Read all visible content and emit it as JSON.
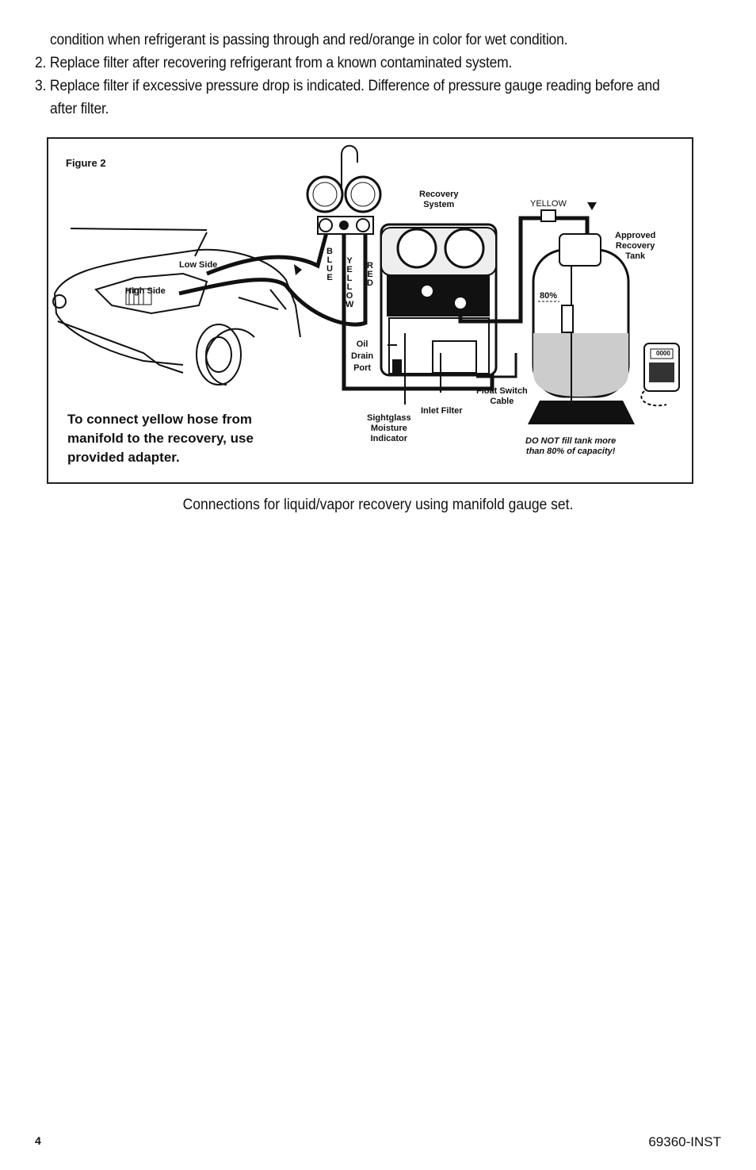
{
  "body": {
    "line1": "condition when refrigerant is passing through and red/orange in color for wet condition.",
    "item2": "2. Replace filter after recovering refrigerant from a known contaminated system.",
    "item3a": "3. Replace filter if excessive pressure drop is indicated. Difference of pressure gauge reading before and",
    "item3b": "after filter."
  },
  "figure": {
    "title": "Figure 2",
    "labels": {
      "low_side": "Low Side",
      "high_side": "High Side",
      "blue": "BLUE",
      "yellow": "YELLOW",
      "red": "RED",
      "recovery_system_1": "Recovery",
      "recovery_system_2": "System",
      "yellow_top": "YELLOW",
      "approved_1": "Approved",
      "approved_2": "Recovery",
      "approved_3": "Tank",
      "eighty": "80%",
      "oil": "Oil",
      "drain": "Drain",
      "port": "Port",
      "float_1": "Float Switch",
      "float_2": "Cable",
      "inlet_filter": "Inlet Filter",
      "sight_1": "Sightglass",
      "sight_2": "Moisture",
      "sight_3": "Indicator",
      "warn_1": "DO NOT fill tank more",
      "warn_2": "than 80% of capacity!",
      "scale_display": "0000"
    },
    "note": [
      "To connect yellow hose from",
      "manifold to the recovery, use",
      "provided adapter."
    ]
  },
  "caption": "Connections for liquid/vapor recovery using manifold gauge set.",
  "footer": {
    "page_number": "4",
    "doc_id": "69360-INST"
  }
}
